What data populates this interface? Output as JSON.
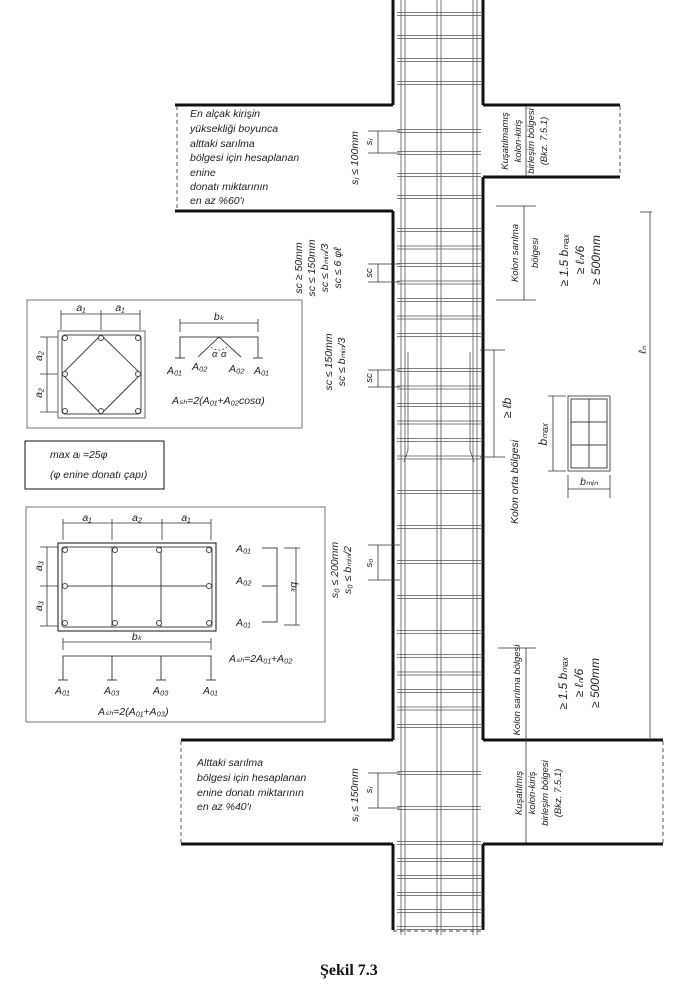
{
  "top_joint_note": {
    "lines": [
      "En alçak kirişin",
      "yüksekliği boyunca",
      "alttaki sarılma",
      "bölgesi için hesaplanan",
      "enine",
      "donatı miktarının",
      "en az %60'ı"
    ]
  },
  "top_joint": {
    "spacing_label": "sⱼ",
    "spacing_rule": "sⱼ ≤ 100mm",
    "zone_lines": [
      "Kuşatılmamış",
      "kolon-kiriş",
      "birleşim bölgesi",
      "(Bkz. 7.5.1)"
    ]
  },
  "upper_confinement": {
    "spacing_label": "sc",
    "rules": [
      "sc ≥ 50mm",
      "sc ≤ 150mm",
      "sc ≤ bₘᵢₙ/3",
      "sc ≤ 6 φℓ"
    ],
    "zone_lines": [
      "Kolon sarılma",
      "bölgesi"
    ],
    "length_rules": [
      "≥ 1.5 bₘₐₓ",
      "≥ ℓₙ/6",
      "≥ 500mm"
    ]
  },
  "splice": {
    "spacing_label": "sc",
    "rules": [
      "sc ≤ 150mm",
      "sc ≤ bₘᵢₙ/3"
    ],
    "length_label": "≥ ℓb"
  },
  "middle": {
    "zone_label": "Kolon orta bölgesi",
    "spacing_label": "s₀",
    "rules": [
      "s₀ ≤ 200mm",
      "s₀ ≤ bₘᵢₙ/2"
    ],
    "section_bmax": "bₘₐₓ",
    "section_bmin": "bₘᵢₙ"
  },
  "clear_height_label": "ℓₙ",
  "lower_confinement": {
    "zone_label": "Kolon sarılma bölgesi",
    "length_rules": [
      "≥ 1.5 bₘₐₓ",
      "≥ ℓₙ/6",
      "≥ 500mm"
    ]
  },
  "bottom_joint_note": {
    "lines": [
      "Alttaki sarılma",
      "bölgesi için hesaplanan",
      "enine donatı miktarının",
      "en az %40'ı"
    ]
  },
  "bottom_joint": {
    "spacing_label": "sⱼ",
    "spacing_rule": "sⱼ ≤ 150mm",
    "zone_lines": [
      "Kuşatılmış",
      "kolon-kiriş",
      "birleşim bölgesi",
      "(Bkz. 7.5.1)"
    ]
  },
  "detail_square": {
    "a1": "a₁",
    "a2": "a₂",
    "bk": "bₖ",
    "A01": "A₀₁",
    "A02": "A₀₂",
    "alpha": "α",
    "formula": "Aₛₕ=2(A₀₁+A₀₂cosα)"
  },
  "spacing_note": {
    "line1": "max aᵢ =25φ",
    "line2": "(φ enine donatı çapı)"
  },
  "detail_rect": {
    "a1": "a₁",
    "a2": "a₂",
    "a3": "a₃",
    "bk": "bₖ",
    "A01": "A₀₁",
    "A02": "A₀₂",
    "A03": "A₀₃",
    "formula_side": "Aₛₕ=2A₀₁+A₀₂",
    "formula_bottom": "Aₛₕ=2(A₀₁+A₀₃)"
  },
  "caption": "Şekil 7.3"
}
